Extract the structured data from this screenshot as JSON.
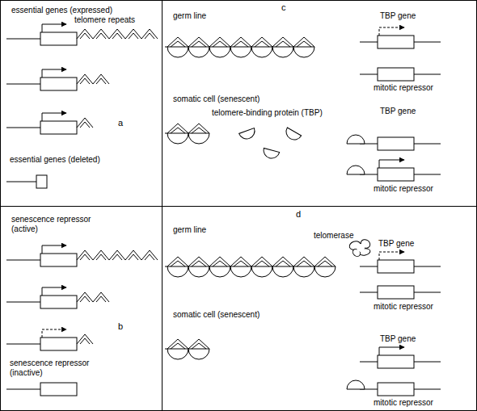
{
  "diagram": {
    "nodes": [
      {
        "text": [
          "essential genes (expressed)",
          "telomere repeats",
          "a",
          "essential genes (deleted)"
        ]
      },
      {
        "text": [
          "c",
          "germ line",
          "TBP gene",
          "mitotic repressor",
          "somatic cell (senescent)",
          "telomere-binding protein (TBP)",
          "TBP gene",
          "mitotic repressor"
        ]
      },
      {
        "text": [
          "senescence repressor (active)",
          "b",
          "senescence repressor (inactive)"
        ]
      },
      {
        "text": [
          "d",
          "germ line",
          "telomerase",
          "TBP gene",
          "mitotic repressor",
          "somatic cell (senescent)",
          "TBP gene",
          "mitotic repressor"
        ]
      }
    ]
  }
}
